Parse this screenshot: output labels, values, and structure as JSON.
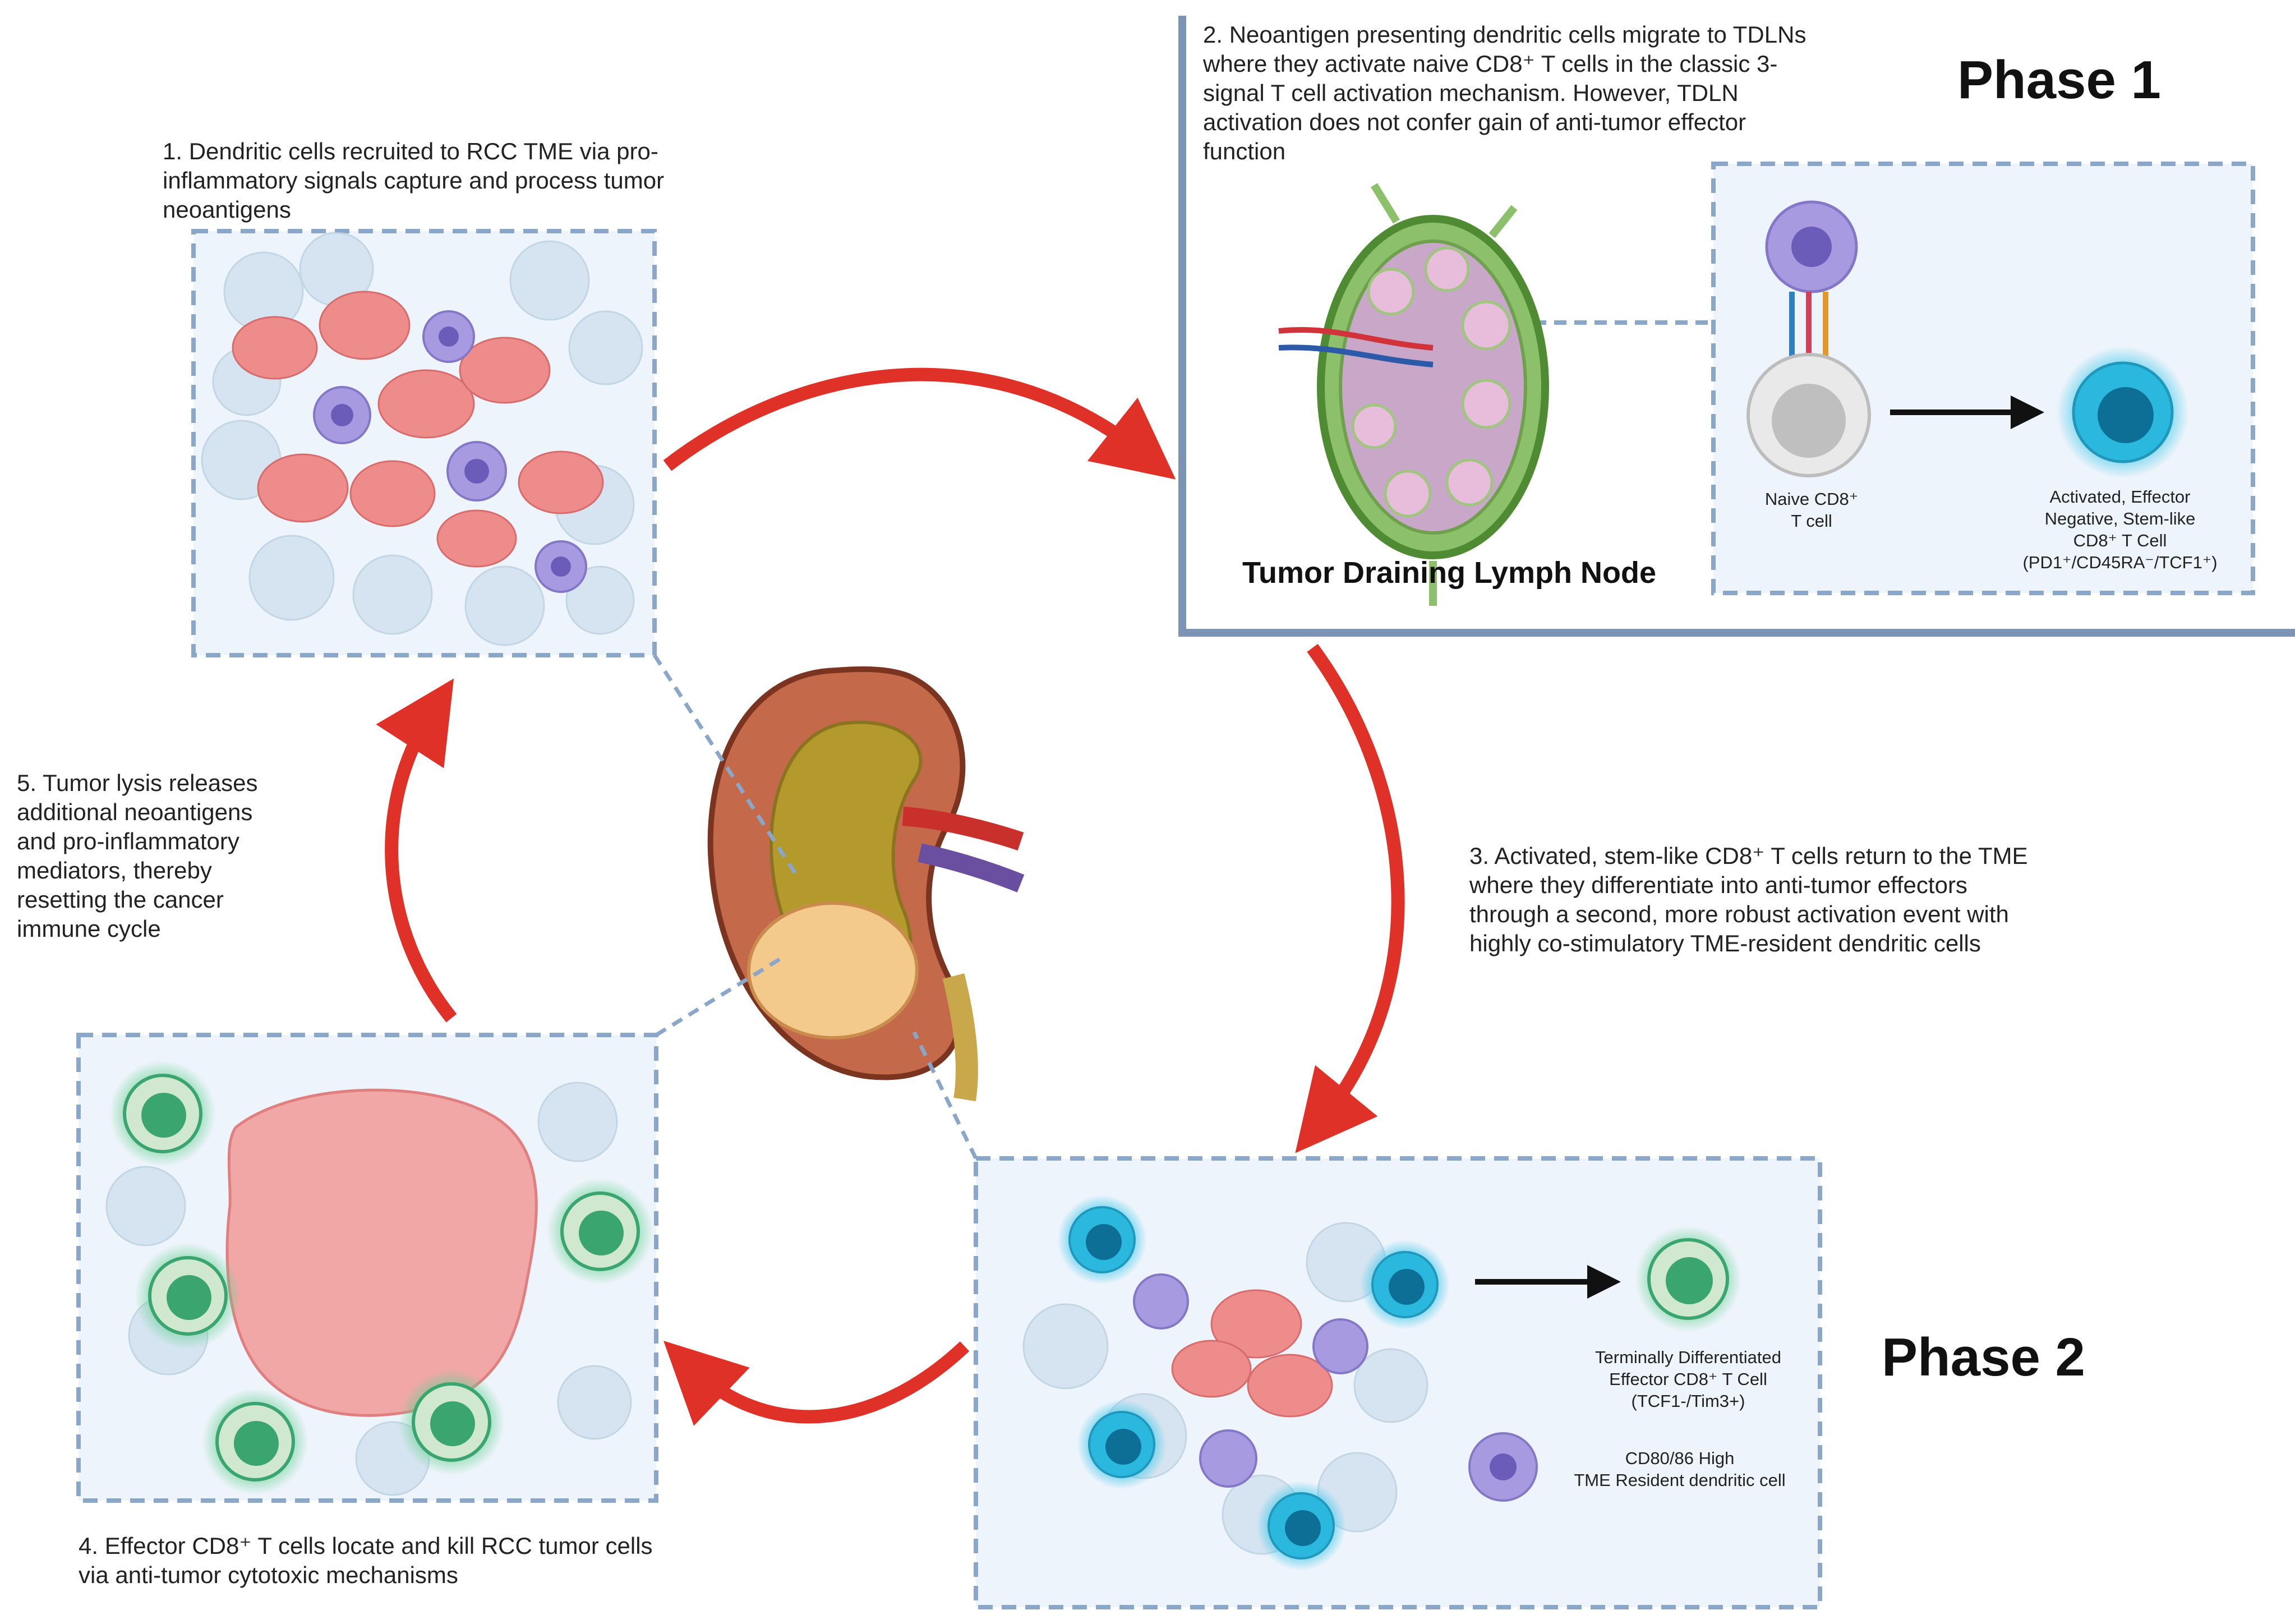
{
  "phases": {
    "phase1": "Phase 1",
    "phase2": "Phase 2"
  },
  "steps": [
    {
      "text": "1.  Dendritic cells recruited to RCC TME via pro-\ninflammatory signals capture and process tumor\nneoantigens"
    },
    {
      "text": "2. Neoantigen presenting dendritic cells migrate to TDLNs\nwhere they activate naive CD8⁺ T cells in the classic 3-\nsignal T cell activation mechanism. However, TDLN\nactivation does not confer gain of anti-tumor effector\nfunction"
    },
    {
      "text": "3. Activated, stem-like CD8⁺ T cells return to the TME\nwhere they differentiate into anti-tumor effectors\nthrough a second, more robust activation event with\nhighly co-stimulatory TME-resident dendritic cells"
    },
    {
      "text": "4. Effector CD8⁺ T cells locate and kill RCC tumor cells\nvia anti-tumor cytotoxic mechanisms"
    },
    {
      "text": "5. Tumor lysis releases\nadditional neoantigens\nand pro-inflammatory\nmediators, thereby\nresetting the cancer\nimmune cycle"
    }
  ],
  "lymph_node": {
    "title": "Tumor Draining Lymph Node",
    "naive_label": "Naive CD8⁺\nT cell",
    "activated_label": "Activated, Effector\nNegative, Stem-like\nCD8⁺ T Cell\n(PD1⁺/CD45RA⁻/TCF1⁺)"
  },
  "phase2_panel": {
    "effector_label": "Terminally Differentiated\nEffector CD8⁺ T Cell\n(TCF1-/Tim3+)",
    "dc_label": "CD80/86 High\nTME Resident dendritic cell"
  },
  "colors": {
    "arrow_red": "#e03128",
    "panel_border": "#8aa6c8",
    "panel_fill": "#eef4fb",
    "phase1_frame": "#7d93b6",
    "tumor_pink": "#ee8c8c",
    "dendritic_purple": "#a89ae0",
    "activated_cyan": "#2bb8de",
    "effector_green": "#3aa56f",
    "naive_grey": "#cfcfcf"
  }
}
